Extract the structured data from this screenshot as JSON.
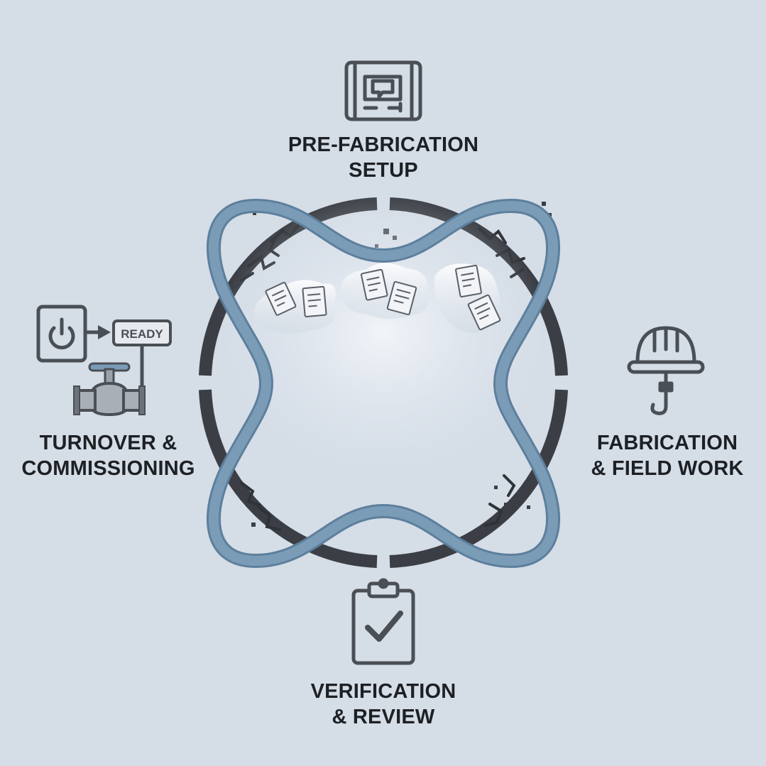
{
  "stages": {
    "top": {
      "line1": "PRE-FABRICATION",
      "line2": "SETUP",
      "icon": "blueprint-icon"
    },
    "right": {
      "line1": "FABRICATION",
      "line2": "& FIELD WORK",
      "icon": "hardhat-hook-icon"
    },
    "bottom": {
      "line1": "VERIFICATION",
      "line2": "& REVIEW",
      "icon": "clipboard-check-icon"
    },
    "left": {
      "line1": "TURNOVER &",
      "line2": "COMMISSIONING",
      "icon": "power-valve-icon"
    }
  },
  "ready_sign": "READY",
  "colors": {
    "background": "#d5dde7",
    "ring": "#3b3f45",
    "pipe": "#7b9cb7",
    "pipe_edge": "#5d7f9c",
    "text": "#1d2024",
    "icon": "#4a4f56"
  }
}
